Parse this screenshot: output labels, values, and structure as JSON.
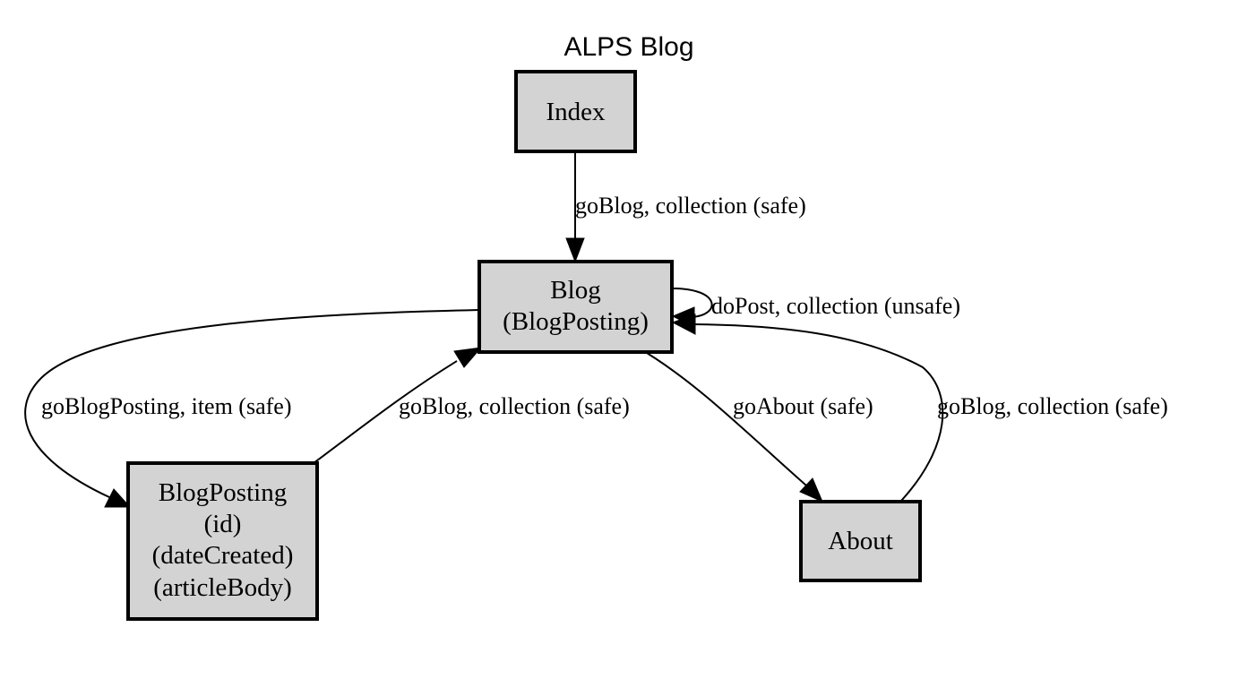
{
  "diagram": {
    "title": "ALPS Blog",
    "nodes": {
      "index": {
        "lines": [
          "Index"
        ]
      },
      "blog": {
        "lines": [
          "Blog",
          "(BlogPosting)"
        ]
      },
      "blogposting": {
        "lines": [
          "BlogPosting",
          "(id)",
          "(dateCreated)",
          "(articleBody)"
        ]
      },
      "about": {
        "lines": [
          "About"
        ]
      }
    },
    "edges": [
      {
        "id": "index-to-blog",
        "from": "Index",
        "to": "Blog",
        "label": "goBlog, collection (safe)"
      },
      {
        "id": "blog-self",
        "from": "Blog",
        "to": "Blog",
        "label": "doPost, collection (unsafe)"
      },
      {
        "id": "blog-to-blogposting",
        "from": "Blog",
        "to": "BlogPosting",
        "label": "goBlogPosting, item (safe)"
      },
      {
        "id": "blogposting-to-blog",
        "from": "BlogPosting",
        "to": "Blog",
        "label": "goBlog, collection (safe)"
      },
      {
        "id": "blog-to-about",
        "from": "Blog",
        "to": "About",
        "label": "goAbout (safe)"
      },
      {
        "id": "about-to-blog",
        "from": "About",
        "to": "Blog",
        "label": "goBlog, collection (safe)"
      }
    ],
    "colors": {
      "node_fill": "#d3d3d3",
      "stroke": "#000000",
      "background": "#ffffff"
    }
  }
}
